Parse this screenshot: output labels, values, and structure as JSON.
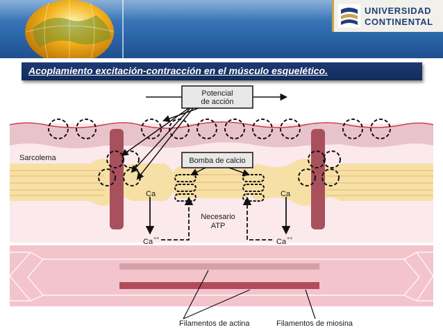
{
  "header": {
    "logo_line1": "UNIVERSIDAD",
    "logo_line2": "CONTINENTAL"
  },
  "title": "Acoplamiento excitación-contracción en el músculo esquelético.",
  "diagram": {
    "labels": {
      "potencial_1": "Potencial",
      "potencial_2": "de acción",
      "sarcolema": "Sarcolema",
      "bomba": "Bomba de calcio",
      "ca_left": "Ca",
      "ca_right": "Ca",
      "caion_left": "Ca",
      "caion_right": "Ca",
      "charge": "++",
      "necesario": "Necesario",
      "atp": "ATP",
      "actina": "Filamentos de actina",
      "miosina": "Filamentos de miosina"
    },
    "colors": {
      "sarcolemma": "#e9c3cb",
      "sarcolemma_edge": "#c9404e",
      "t_tubule": "#a8505c",
      "reticulum": "#f7e0a6",
      "cytoplasm": "#fbe9ec",
      "myofibril": "#f3c4cc",
      "actin": "#d6a0a8",
      "myosin": "#b24b5a"
    }
  }
}
